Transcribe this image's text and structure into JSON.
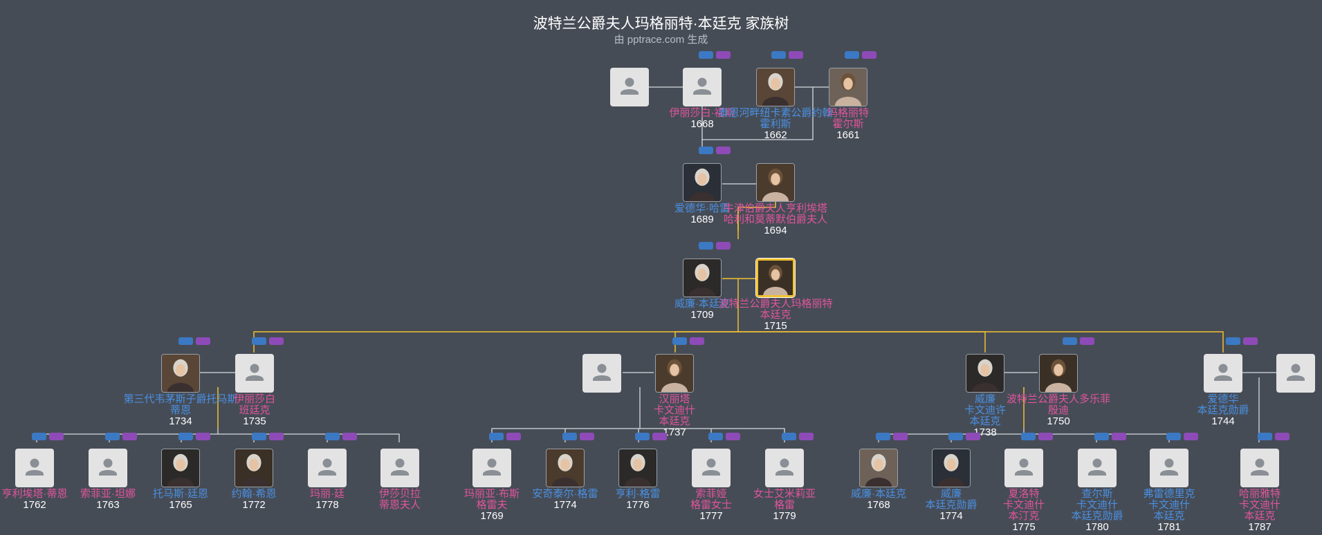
{
  "header": {
    "title": "波特兰公爵夫人玛格丽特·本廷克 家族树",
    "subtitle": "由 pptrace.com 生成"
  },
  "people": [
    {
      "id": "p1",
      "gender": "m",
      "photo": false,
      "name": "",
      "year": ""
    },
    {
      "id": "p2",
      "gender": "f",
      "photo": false,
      "name": "伊丽莎白·福斯",
      "year": "1668"
    },
    {
      "id": "p3",
      "gender": "m",
      "photo": true,
      "name": "泰恩河畔纽卡素公爵约翰",
      "name2": "霍利斯",
      "year": "1662"
    },
    {
      "id": "p4",
      "gender": "f",
      "photo": true,
      "name": "玛格丽特",
      "name2": "霍尔斯",
      "year": "1661"
    },
    {
      "id": "p5",
      "gender": "m",
      "photo": true,
      "name": "爱德华·哈雷",
      "year": "1689"
    },
    {
      "id": "p6",
      "gender": "f",
      "photo": true,
      "name": "牛津伯爵夫人亨利埃塔",
      "name2": "哈利和莫蒂默伯爵夫人",
      "year": "1694"
    },
    {
      "id": "p7",
      "gender": "m",
      "photo": true,
      "name": "威廉·本廷克",
      "year": "1709"
    },
    {
      "id": "p8",
      "gender": "f",
      "photo": true,
      "selected": true,
      "name": "波特兰公爵夫人玛格丽特",
      "name2": "本廷克",
      "year": "1715"
    },
    {
      "id": "p9",
      "gender": "m",
      "photo": true,
      "name": "第三代韦茅斯子爵托马斯",
      "name2": "蒂恩",
      "year": "1734"
    },
    {
      "id": "p10",
      "gender": "f",
      "photo": false,
      "name": "伊丽莎白",
      "name2": "班廷克",
      "year": "1735"
    },
    {
      "id": "p11",
      "gender": "m",
      "photo": false,
      "name": "",
      "year": ""
    },
    {
      "id": "p12",
      "gender": "f",
      "photo": true,
      "name": "汉丽塔",
      "name2": "卡文迪什",
      "name3": "本廷克",
      "year": "1737"
    },
    {
      "id": "p13",
      "gender": "m",
      "photo": true,
      "name": "威廉",
      "name2": "卡文迪许",
      "name3": "本廷克",
      "year": "1738"
    },
    {
      "id": "p14",
      "gender": "f",
      "photo": true,
      "name": "波特兰公爵夫人多乐菲",
      "name2": "殷迪",
      "year": "1750"
    },
    {
      "id": "p15",
      "gender": "m",
      "photo": false,
      "name": "爱德华",
      "name2": "本廷克勋爵",
      "year": "1744"
    },
    {
      "id": "p16",
      "gender": "m",
      "photo": false,
      "name": "",
      "year": ""
    },
    {
      "id": "p17",
      "gender": "f",
      "photo": false,
      "name": "亨利埃塔·蒂恩",
      "year": "1762"
    },
    {
      "id": "p18",
      "gender": "f",
      "photo": false,
      "name": "索菲亚·坦娜",
      "year": "1763"
    },
    {
      "id": "p19",
      "gender": "m",
      "photo": true,
      "name": "托马斯·廷恩",
      "year": "1765"
    },
    {
      "id": "p20",
      "gender": "m",
      "photo": true,
      "name": "约翰·希恩",
      "year": "1772"
    },
    {
      "id": "p21",
      "gender": "f",
      "photo": false,
      "name": "玛丽·廷",
      "year": "1778"
    },
    {
      "id": "p22",
      "gender": "f",
      "photo": false,
      "name": "伊莎贝拉",
      "name2": "蒂恩夫人",
      "year": ""
    },
    {
      "id": "p23",
      "gender": "f",
      "photo": false,
      "name": "玛丽亚·布斯",
      "name2": "格雷夫",
      "year": "1769"
    },
    {
      "id": "p24",
      "gender": "m",
      "photo": true,
      "name": "安奇泰尔·格雷",
      "year": "1774"
    },
    {
      "id": "p25",
      "gender": "m",
      "photo": true,
      "name": "亨利·格雷",
      "year": "1776"
    },
    {
      "id": "p26",
      "gender": "f",
      "photo": false,
      "name": "索菲娅",
      "name2": "格雷女士",
      "year": "1777"
    },
    {
      "id": "p27",
      "gender": "f",
      "photo": false,
      "name": "女士艾米莉亚",
      "name2": "格雷",
      "year": "1779"
    },
    {
      "id": "p28",
      "gender": "m",
      "photo": true,
      "name": "威廉·本廷克",
      "year": "1768"
    },
    {
      "id": "p29",
      "gender": "m",
      "photo": true,
      "name": "威廉",
      "name2": "本廷克勋爵",
      "year": "1774"
    },
    {
      "id": "p30",
      "gender": "f",
      "photo": false,
      "name": "夏洛特",
      "name2": "卡文迪什",
      "name3": "本汀克",
      "year": "1775"
    },
    {
      "id": "p31",
      "gender": "m",
      "photo": false,
      "name": "查尔斯",
      "name2": "卡文迪什",
      "name3": "本廷克勋爵",
      "year": "1780"
    },
    {
      "id": "p32",
      "gender": "m",
      "photo": false,
      "name": "弗雷德里克",
      "name2": "卡文迪什",
      "name3": "本廷克",
      "year": "1781"
    },
    {
      "id": "p33",
      "gender": "f",
      "photo": false,
      "name": "哈丽雅特",
      "name2": "卡文迪什",
      "name3": "本廷克",
      "year": "1787"
    }
  ],
  "colors": {
    "background": "#464c56",
    "male_text": "#4a90e2",
    "female_text": "#e0559d",
    "direct_line": "#f1c232",
    "connector": "#d8dbe0",
    "expand_blue": "#3c79c4",
    "expand_purple": "#8e4bb8"
  }
}
